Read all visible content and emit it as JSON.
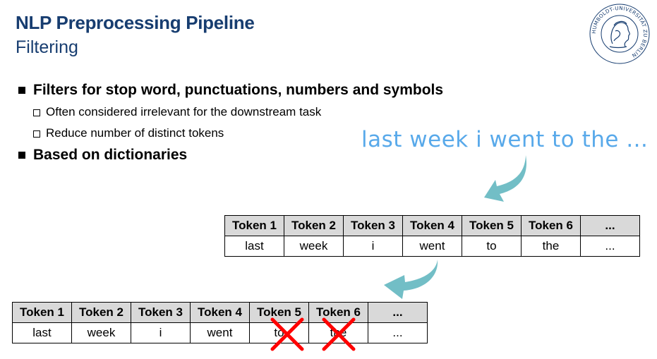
{
  "header": {
    "title": "NLP Preprocessing Pipeline",
    "subtitle": "Filtering"
  },
  "logo": {
    "icon": "university-seal-icon",
    "text": "HUMBOLDT-UNIVERSITÄT ZU BERLIN"
  },
  "bullets": [
    {
      "text": "Filters for stop word, punctuations, numbers and symbols",
      "subs": [
        "Often considered irrelevant for the downstream task",
        "Reduce number of distinct tokens"
      ]
    },
    {
      "text": "Based on dictionaries",
      "subs": []
    }
  ],
  "example_sentence": "last week i went to the ...",
  "table_before": {
    "headers": [
      "Token 1",
      "Token 2",
      "Token 3",
      "Token 4",
      "Token 5",
      "Token 6",
      "..."
    ],
    "values": [
      "last",
      "week",
      "i",
      "went",
      "to",
      "the",
      "..."
    ]
  },
  "table_after": {
    "headers": [
      "Token 1",
      "Token 2",
      "Token 3",
      "Token 4",
      "Token 5",
      "Token 6",
      "..."
    ],
    "values": [
      "last",
      "week",
      "i",
      "went",
      "to",
      "the",
      "..."
    ],
    "removed": [
      "to",
      "the"
    ]
  },
  "colors": {
    "title": "#173d70",
    "handwriting": "#58a9ea",
    "arrow": "#72bec6",
    "cross": "#ff0000",
    "header_fill": "#d9d9d9"
  }
}
